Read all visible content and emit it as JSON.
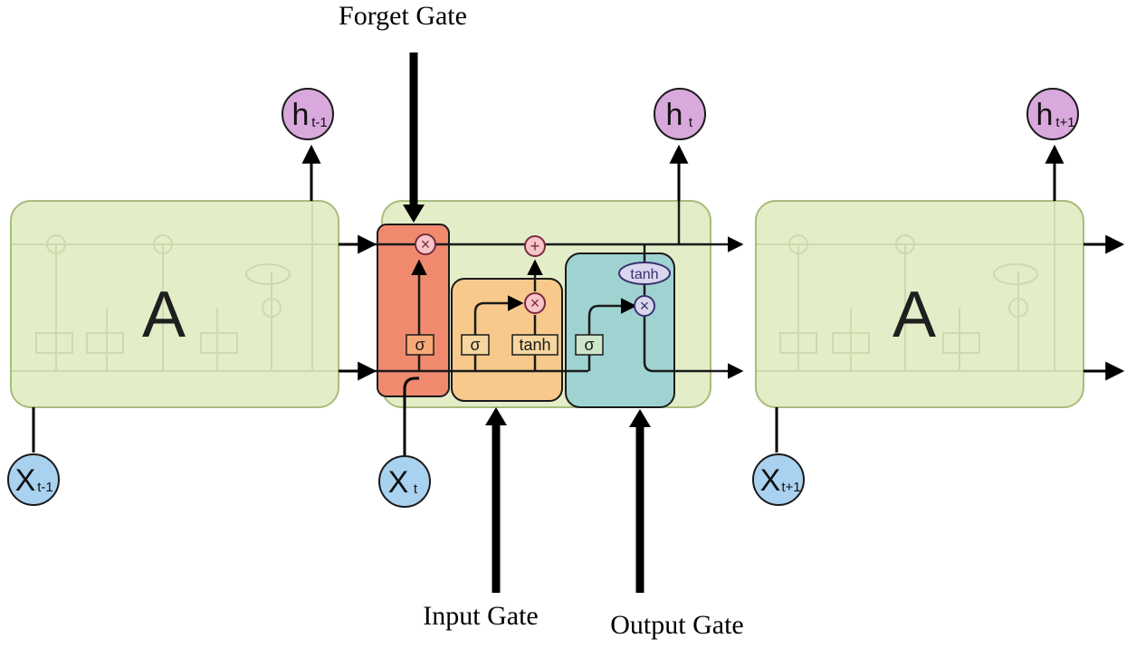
{
  "labels": {
    "forget_gate": "Forget Gate",
    "input_gate": "Input Gate",
    "output_gate": "Output Gate"
  },
  "cells": {
    "left_title": "A",
    "right_title": "A"
  },
  "outputs": [
    {
      "main": "h",
      "sub": "t-1"
    },
    {
      "main": "h",
      "sub": "t"
    },
    {
      "main": "h",
      "sub": "t+1"
    }
  ],
  "inputs": [
    {
      "main": "X",
      "sub": "t-1"
    },
    {
      "main": "X",
      "sub": "t"
    },
    {
      "main": "X",
      "sub": "t+1"
    }
  ],
  "ops": {
    "multiply": "×",
    "add": "+",
    "sigma": "σ",
    "tanh": "tanh"
  },
  "colors": {
    "cell_fill": "#e3edc8",
    "cell_stroke": "#a9bd7d",
    "forget_gate": "#f08a6e",
    "input_gate": "#f7c98b",
    "output_gate": "#9fd3d1",
    "h_node": "#d9a8dc",
    "x_node": "#a9d1f0",
    "op_node": "#f6c4c9"
  }
}
